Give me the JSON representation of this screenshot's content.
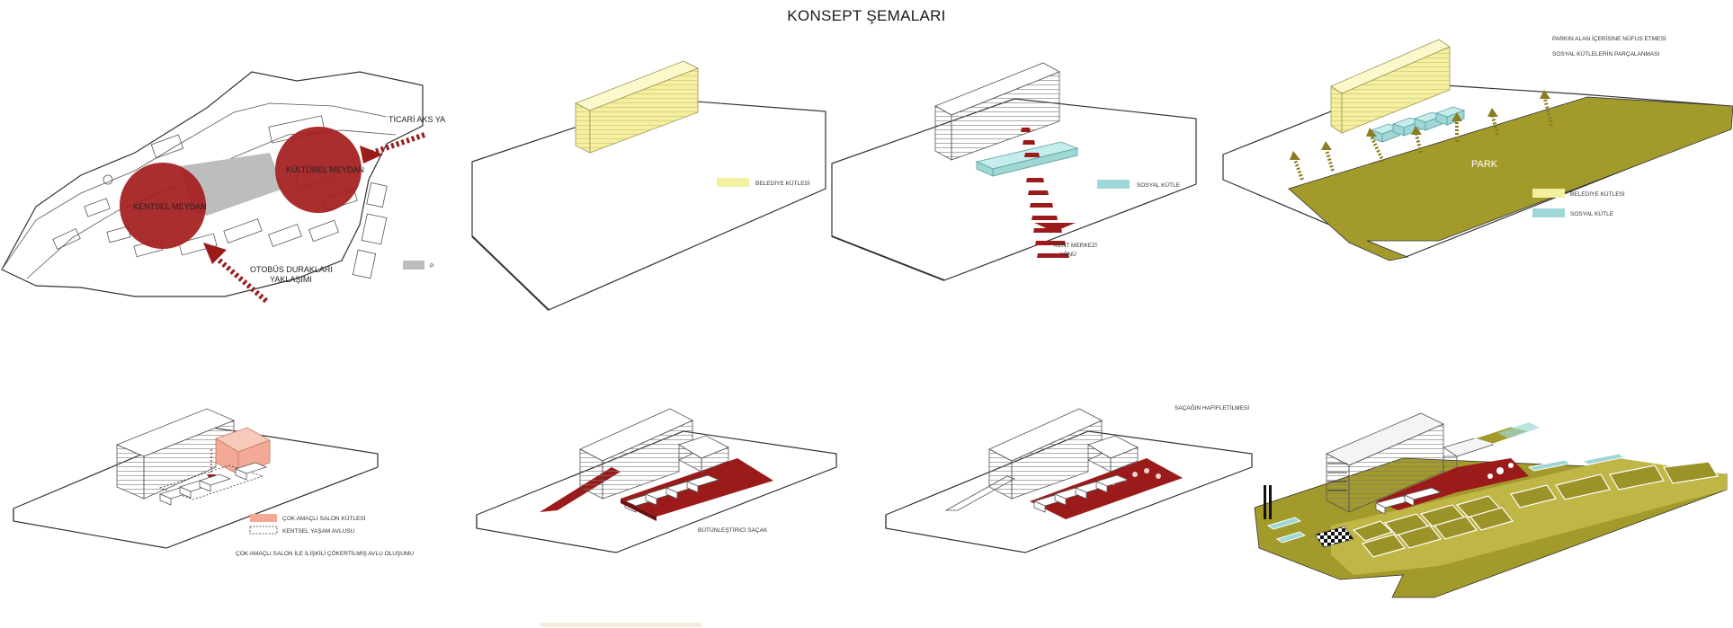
{
  "page_title": "KONSEPT ŞEMALARI",
  "colors": {
    "red": "#9b1b1b",
    "red_circle": "#a41e1e",
    "yellow": "#f5f0a0",
    "cyan": "#9fd6d6",
    "salmon": "#f2a995",
    "olive": "#a39a2c",
    "grey": "#bdbdbd"
  },
  "panels": {
    "p1": {
      "kentsel_meydan": "KENTSEL MEYDAN",
      "kulturel_meydan": "KÜLTÜREL MEYDAN",
      "ticari_aks": "TİCARİ AKS YA",
      "otobus_line1": "OTOBÜS DURAKLARI",
      "otobus_line2": "YAKLAŞIMI",
      "legend_p": "P"
    },
    "p2": {
      "legend_belediye": "BELEDİYE KÜTLESİ"
    },
    "p3": {
      "legend_sosyal": "SOSYAL KÜTLE",
      "kent_merkezi_line1": "KENT MERKEZİ",
      "kent_merkezi_line2": "YÖNÜ"
    },
    "p4": {
      "note_line1": "PARKIN ALAN İÇERİSİNE NÜFUS ETMESİ",
      "note_line2": "SOSYAL KÜTLELERİN PARÇALANMASI",
      "park": "PARK",
      "legend_belediye": "BELEDİYE KÜTLESİ",
      "legend_sosyal": "SOSYAL KÜTLE"
    },
    "p5": {
      "legend_salon": "ÇOK AMAÇLI SALON KÜTLESİ",
      "legend_avlu": "KENTSEL YAŞAM AVLUSU",
      "caption": "ÇOK AMAÇLI SALON İLE İLİŞKİLİ ÇÖKERTİLMİŞ AVLU OLUŞUMU"
    },
    "p6": {
      "caption": "BÜTÜNLEŞTİRİCİ SAÇAK"
    },
    "p7": {
      "caption": "SAÇAĞIN HAFİFLETİLMESİ"
    }
  }
}
